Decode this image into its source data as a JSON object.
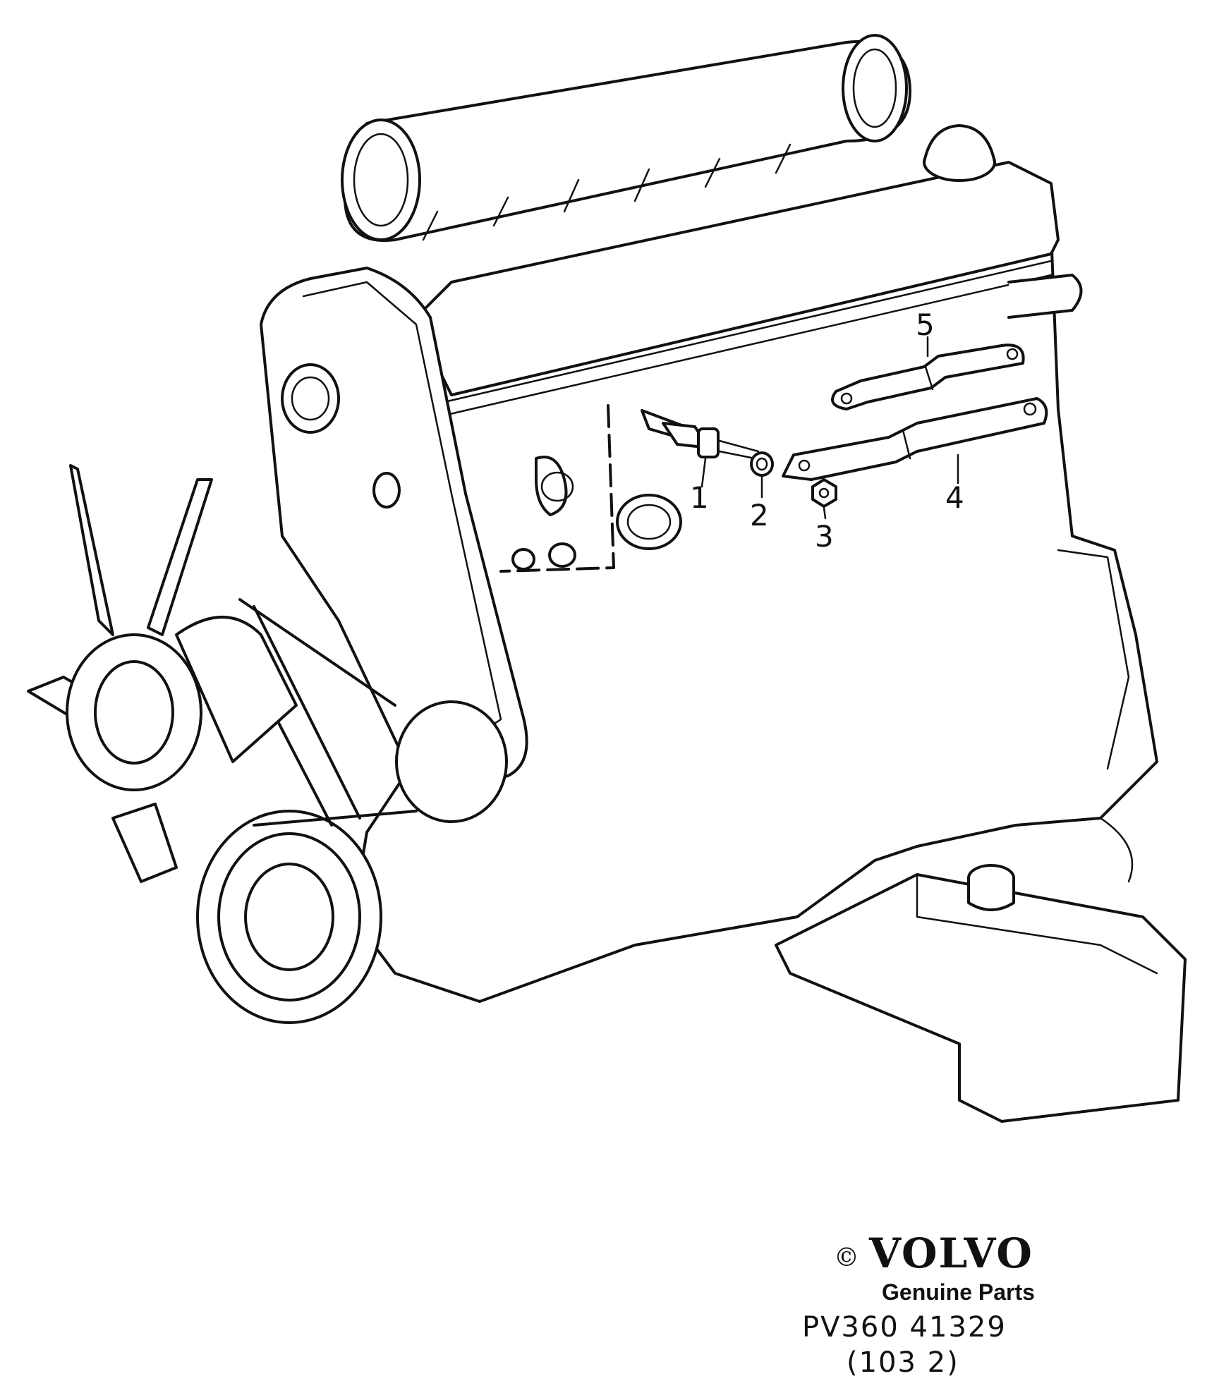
{
  "callouts": [
    {
      "id": "1",
      "label": "1"
    },
    {
      "id": "2",
      "label": "2"
    },
    {
      "id": "3",
      "label": "3"
    },
    {
      "id": "4",
      "label": "4"
    },
    {
      "id": "5",
      "label": "5"
    }
  ],
  "footer": {
    "copyright_symbol": "©",
    "brand": "VOLVO",
    "tagline": "Genuine Parts",
    "part_code": "PV360 41329",
    "part_ref": "(103 2)"
  }
}
